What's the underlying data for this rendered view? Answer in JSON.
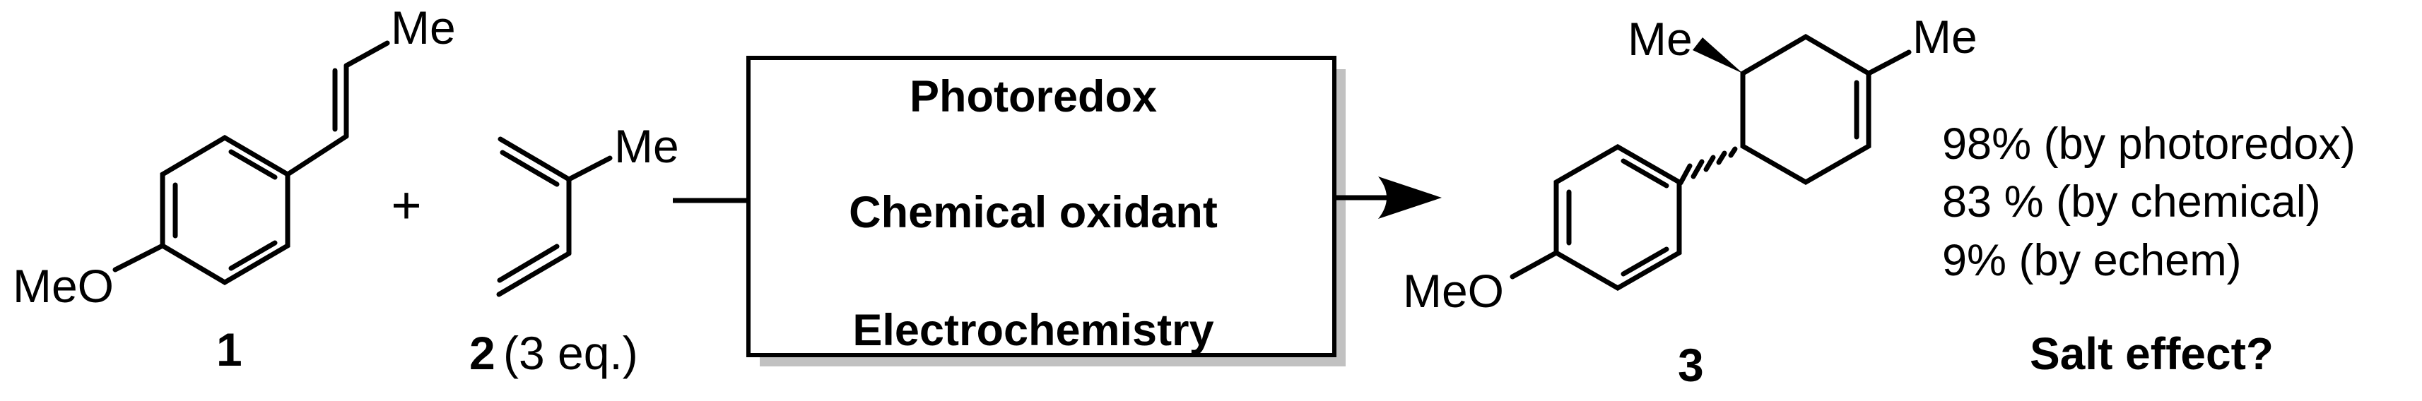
{
  "scheme": {
    "reactant1": {
      "number": "1",
      "methoxy_label": "MeO",
      "methyl_label": "Me"
    },
    "plus_sign": "+",
    "reactant2": {
      "number": "2",
      "equivalents": " (3 eq.)",
      "methyl_label": "Me"
    },
    "conditions_box": {
      "line1": "Photoredox",
      "line2": "Chemical oxidant",
      "line3": "Electrochemistry"
    },
    "product": {
      "number": "3",
      "methoxy_label": "MeO",
      "methyl_left_label": "Me",
      "methyl_right_label": "Me"
    },
    "results": {
      "yield_photoredox": "98% (by photoredox)",
      "yield_chemical": "83 % (by chemical)",
      "yield_echem": "9% (by echem)",
      "question": "Salt effect?"
    },
    "colors": {
      "ink": "#000000",
      "highlight_red": "#b5322a",
      "box_shadow_gray": "#c1c1c1"
    }
  }
}
